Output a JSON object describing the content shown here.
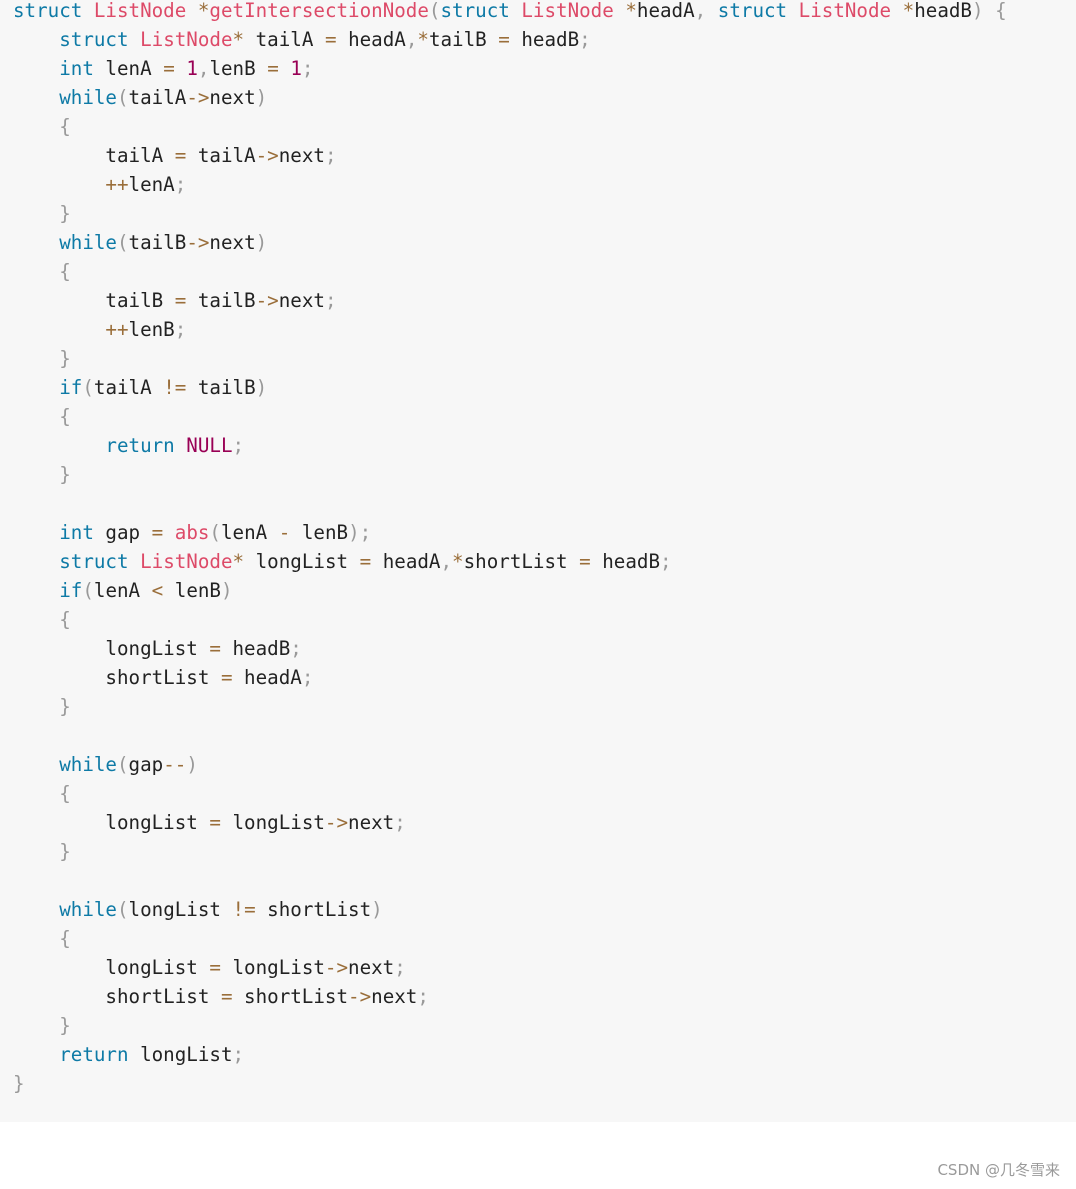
{
  "code": {
    "language": "c",
    "colors": {
      "keyword": "#0e7aa6",
      "type": "#dd4a68",
      "function": "#dd4a68",
      "operator": "#9a6e3a",
      "punctuation": "#999999",
      "number": "#990055",
      "constant": "#990055",
      "text": "#222222",
      "background": "#f7f7f7"
    },
    "lines": [
      [
        [
          "kw",
          "struct"
        ],
        [
          "id",
          " "
        ],
        [
          "type",
          "ListNode"
        ],
        [
          "id",
          " "
        ],
        [
          "op",
          "*"
        ],
        [
          "fn",
          "getIntersectionNode"
        ],
        [
          "punc",
          "("
        ],
        [
          "kw",
          "struct"
        ],
        [
          "id",
          " "
        ],
        [
          "type",
          "ListNode"
        ],
        [
          "id",
          " "
        ],
        [
          "op",
          "*"
        ],
        [
          "id",
          "headA"
        ],
        [
          "punc",
          ","
        ],
        [
          "id",
          " "
        ],
        [
          "kw",
          "struct"
        ],
        [
          "id",
          " "
        ],
        [
          "type",
          "ListNode"
        ],
        [
          "id",
          " "
        ],
        [
          "op",
          "*"
        ],
        [
          "id",
          "headB"
        ],
        [
          "punc",
          ")"
        ],
        [
          "id",
          " "
        ],
        [
          "punc",
          "{"
        ]
      ],
      [
        [
          "id",
          "    "
        ],
        [
          "kw",
          "struct"
        ],
        [
          "id",
          " "
        ],
        [
          "type",
          "ListNode"
        ],
        [
          "op",
          "*"
        ],
        [
          "id",
          " tailA "
        ],
        [
          "op",
          "="
        ],
        [
          "id",
          " headA"
        ],
        [
          "punc",
          ","
        ],
        [
          "op",
          "*"
        ],
        [
          "id",
          "tailB "
        ],
        [
          "op",
          "="
        ],
        [
          "id",
          " headB"
        ],
        [
          "punc",
          ";"
        ]
      ],
      [
        [
          "id",
          "    "
        ],
        [
          "kw",
          "int"
        ],
        [
          "id",
          " lenA "
        ],
        [
          "op",
          "="
        ],
        [
          "id",
          " "
        ],
        [
          "num",
          "1"
        ],
        [
          "punc",
          ","
        ],
        [
          "id",
          "lenB "
        ],
        [
          "op",
          "="
        ],
        [
          "id",
          " "
        ],
        [
          "num",
          "1"
        ],
        [
          "punc",
          ";"
        ]
      ],
      [
        [
          "id",
          "    "
        ],
        [
          "kw",
          "while"
        ],
        [
          "punc",
          "("
        ],
        [
          "id",
          "tailA"
        ],
        [
          "op",
          "->"
        ],
        [
          "id",
          "next"
        ],
        [
          "punc",
          ")"
        ]
      ],
      [
        [
          "id",
          "    "
        ],
        [
          "punc",
          "{"
        ]
      ],
      [
        [
          "id",
          "        tailA "
        ],
        [
          "op",
          "="
        ],
        [
          "id",
          " tailA"
        ],
        [
          "op",
          "->"
        ],
        [
          "id",
          "next"
        ],
        [
          "punc",
          ";"
        ]
      ],
      [
        [
          "id",
          "        "
        ],
        [
          "op",
          "++"
        ],
        [
          "id",
          "lenA"
        ],
        [
          "punc",
          ";"
        ]
      ],
      [
        [
          "id",
          "    "
        ],
        [
          "punc",
          "}"
        ]
      ],
      [
        [
          "id",
          "    "
        ],
        [
          "kw",
          "while"
        ],
        [
          "punc",
          "("
        ],
        [
          "id",
          "tailB"
        ],
        [
          "op",
          "->"
        ],
        [
          "id",
          "next"
        ],
        [
          "punc",
          ")"
        ]
      ],
      [
        [
          "id",
          "    "
        ],
        [
          "punc",
          "{"
        ]
      ],
      [
        [
          "id",
          "        tailB "
        ],
        [
          "op",
          "="
        ],
        [
          "id",
          " tailB"
        ],
        [
          "op",
          "->"
        ],
        [
          "id",
          "next"
        ],
        [
          "punc",
          ";"
        ]
      ],
      [
        [
          "id",
          "        "
        ],
        [
          "op",
          "++"
        ],
        [
          "id",
          "lenB"
        ],
        [
          "punc",
          ";"
        ]
      ],
      [
        [
          "id",
          "    "
        ],
        [
          "punc",
          "}"
        ]
      ],
      [
        [
          "id",
          "    "
        ],
        [
          "kw",
          "if"
        ],
        [
          "punc",
          "("
        ],
        [
          "id",
          "tailA "
        ],
        [
          "op",
          "!="
        ],
        [
          "id",
          " tailB"
        ],
        [
          "punc",
          ")"
        ]
      ],
      [
        [
          "id",
          "    "
        ],
        [
          "punc",
          "{"
        ]
      ],
      [
        [
          "id",
          "        "
        ],
        [
          "kw",
          "return"
        ],
        [
          "id",
          " "
        ],
        [
          "const",
          "NULL"
        ],
        [
          "punc",
          ";"
        ]
      ],
      [
        [
          "id",
          "    "
        ],
        [
          "punc",
          "}"
        ]
      ],
      [],
      [
        [
          "id",
          "    "
        ],
        [
          "kw",
          "int"
        ],
        [
          "id",
          " gap "
        ],
        [
          "op",
          "="
        ],
        [
          "id",
          " "
        ],
        [
          "fn",
          "abs"
        ],
        [
          "punc",
          "("
        ],
        [
          "id",
          "lenA "
        ],
        [
          "op",
          "-"
        ],
        [
          "id",
          " lenB"
        ],
        [
          "punc",
          ")"
        ],
        [
          "punc",
          ";"
        ]
      ],
      [
        [
          "id",
          "    "
        ],
        [
          "kw",
          "struct"
        ],
        [
          "id",
          " "
        ],
        [
          "type",
          "ListNode"
        ],
        [
          "op",
          "*"
        ],
        [
          "id",
          " longList "
        ],
        [
          "op",
          "="
        ],
        [
          "id",
          " headA"
        ],
        [
          "punc",
          ","
        ],
        [
          "op",
          "*"
        ],
        [
          "id",
          "shortList "
        ],
        [
          "op",
          "="
        ],
        [
          "id",
          " headB"
        ],
        [
          "punc",
          ";"
        ]
      ],
      [
        [
          "id",
          "    "
        ],
        [
          "kw",
          "if"
        ],
        [
          "punc",
          "("
        ],
        [
          "id",
          "lenA "
        ],
        [
          "op",
          "<"
        ],
        [
          "id",
          " lenB"
        ],
        [
          "punc",
          ")"
        ]
      ],
      [
        [
          "id",
          "    "
        ],
        [
          "punc",
          "{"
        ]
      ],
      [
        [
          "id",
          "        longList "
        ],
        [
          "op",
          "="
        ],
        [
          "id",
          " headB"
        ],
        [
          "punc",
          ";"
        ]
      ],
      [
        [
          "id",
          "        shortList "
        ],
        [
          "op",
          "="
        ],
        [
          "id",
          " headA"
        ],
        [
          "punc",
          ";"
        ]
      ],
      [
        [
          "id",
          "    "
        ],
        [
          "punc",
          "}"
        ]
      ],
      [],
      [
        [
          "id",
          "    "
        ],
        [
          "kw",
          "while"
        ],
        [
          "punc",
          "("
        ],
        [
          "id",
          "gap"
        ],
        [
          "op",
          "--"
        ],
        [
          "punc",
          ")"
        ]
      ],
      [
        [
          "id",
          "    "
        ],
        [
          "punc",
          "{"
        ]
      ],
      [
        [
          "id",
          "        longList "
        ],
        [
          "op",
          "="
        ],
        [
          "id",
          " longList"
        ],
        [
          "op",
          "->"
        ],
        [
          "id",
          "next"
        ],
        [
          "punc",
          ";"
        ]
      ],
      [
        [
          "id",
          "    "
        ],
        [
          "punc",
          "}"
        ]
      ],
      [],
      [
        [
          "id",
          "    "
        ],
        [
          "kw",
          "while"
        ],
        [
          "punc",
          "("
        ],
        [
          "id",
          "longList "
        ],
        [
          "op",
          "!="
        ],
        [
          "id",
          " shortList"
        ],
        [
          "punc",
          ")"
        ]
      ],
      [
        [
          "id",
          "    "
        ],
        [
          "punc",
          "{"
        ]
      ],
      [
        [
          "id",
          "        longList "
        ],
        [
          "op",
          "="
        ],
        [
          "id",
          " longList"
        ],
        [
          "op",
          "->"
        ],
        [
          "id",
          "next"
        ],
        [
          "punc",
          ";"
        ]
      ],
      [
        [
          "id",
          "        shortList "
        ],
        [
          "op",
          "="
        ],
        [
          "id",
          " shortList"
        ],
        [
          "op",
          "->"
        ],
        [
          "id",
          "next"
        ],
        [
          "punc",
          ";"
        ]
      ],
      [
        [
          "id",
          "    "
        ],
        [
          "punc",
          "}"
        ]
      ],
      [
        [
          "id",
          "    "
        ],
        [
          "kw",
          "return"
        ],
        [
          "id",
          " longList"
        ],
        [
          "punc",
          ";"
        ]
      ],
      [
        [
          "punc",
          "}"
        ]
      ]
    ]
  },
  "watermark": "CSDN @几冬雪来"
}
